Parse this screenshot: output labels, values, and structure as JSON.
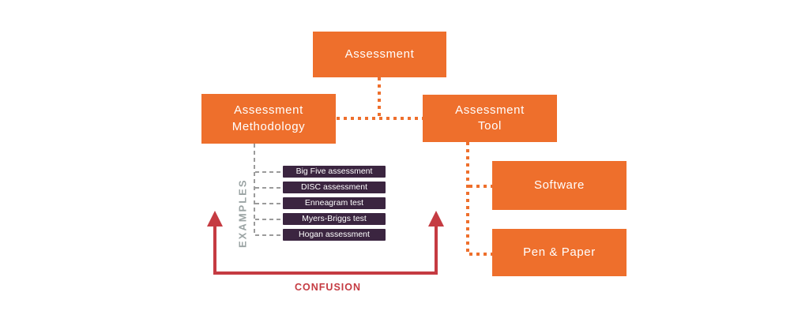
{
  "colors": {
    "orange": "#EE6F2C",
    "purple": "#3B2540",
    "red": "#C53B42",
    "gray": "#9b9b9b",
    "background": "#ffffff"
  },
  "nodes": {
    "assessment": {
      "label": "Assessment"
    },
    "methodology": {
      "label": "Assessment\nMethodology"
    },
    "tool": {
      "label": "Assessment\nTool"
    },
    "software": {
      "label": "Software"
    },
    "pen_paper": {
      "label": "Pen & Paper"
    }
  },
  "examples": {
    "title": "EXAMPLES",
    "items": [
      "Big Five assessment",
      "DISC assessment",
      "Enneagram test",
      "Myers-Briggs test",
      "Hogan assessment"
    ]
  },
  "confusion": {
    "label": "CONFUSION"
  }
}
